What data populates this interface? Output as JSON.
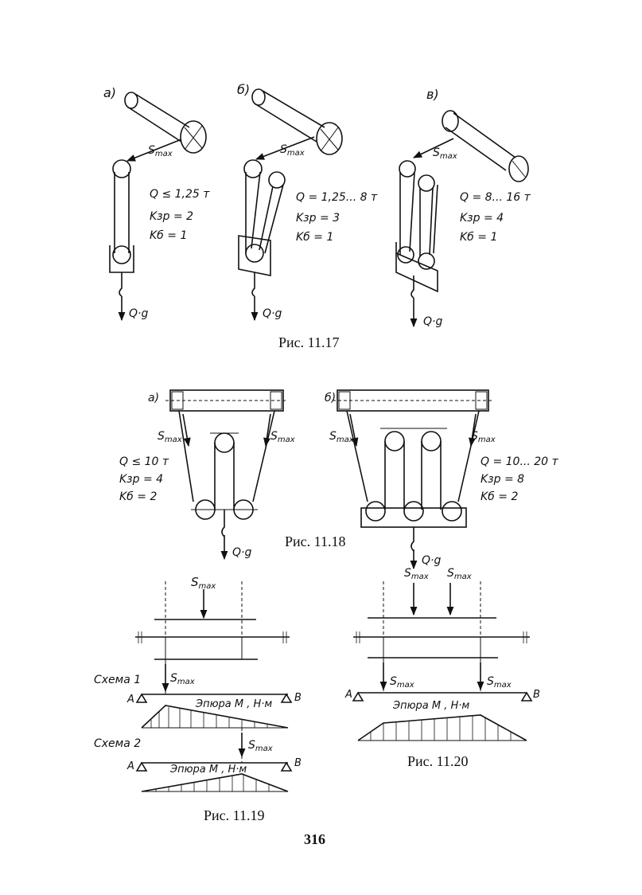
{
  "fig_11_17": {
    "caption": "Рис. 11.17",
    "a": {
      "label": "а)",
      "force": "S",
      "force_sub": "max",
      "params": [
        "Q ≤ 1,25 т",
        "Kзр = 2",
        "Kб = 1"
      ],
      "load": "Q·g"
    },
    "b": {
      "label": "б)",
      "force": "S",
      "force_sub": "max",
      "params": [
        "Q = 1,25... 8 т",
        "Kзр = 3",
        "Kб = 1"
      ],
      "load": "Q·g"
    },
    "c": {
      "label": "в)",
      "force": "S",
      "force_sub": "max",
      "params": [
        "Q = 8... 16 т",
        "Kзр = 4",
        "Kб = 1"
      ],
      "load": "Q·g"
    }
  },
  "fig_11_18": {
    "caption": "Рис. 11.18",
    "a": {
      "label": "а)",
      "force_left": "S",
      "force_right": "S",
      "force_sub": "max",
      "params": [
        "Q ≤ 10 т",
        "Kзр = 4",
        "Kб = 2"
      ],
      "load": "Q·g"
    },
    "b": {
      "label": "б)",
      "force_left": "S",
      "force_right": "S",
      "force_sub": "max",
      "params": [
        "Q = 10... 20 т",
        "Kзр = 8",
        "Kб = 2"
      ],
      "load": "Q·g"
    }
  },
  "fig_11_19": {
    "caption": "Рис. 11.19",
    "top_force": "S",
    "force_sub": "max",
    "scheme1": {
      "label": "Схема 1",
      "force": "S",
      "point_a": "A",
      "point_b": "B",
      "diagram": "Эпюра M , Н·м"
    },
    "scheme2": {
      "label": "Схема 2",
      "force": "S",
      "point_a": "A",
      "point_b": "B",
      "diagram": "Эпюра M , Н·м"
    }
  },
  "fig_11_20": {
    "caption": "Рис. 11.20",
    "top_force_1": "S",
    "top_force_2": "S",
    "force_sub": "max",
    "force_left": "S",
    "force_right": "S",
    "point_a": "A",
    "point_b": "B",
    "diagram": "Эпюра M , Н·м"
  },
  "page_number": "316"
}
